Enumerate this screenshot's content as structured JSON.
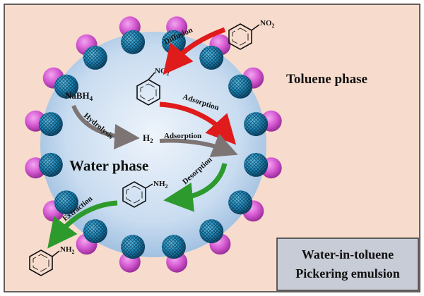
{
  "phases": {
    "outer": "Toluene phase",
    "inner": "Water phase"
  },
  "labels": {
    "diffusion": "Diffusion",
    "adsorption_top": "Adsorption",
    "adsorption_mid": "Adsorption",
    "hydrolysis": "Hydrolysis",
    "desorption": "Desorption",
    "extraction": "Extraction"
  },
  "chemicals": {
    "nitro_group_outside": "NO",
    "nitro_group_inside": "NO",
    "nitro_subscript": "2",
    "reductant_main": "NaBH",
    "reductant_subscript": "4",
    "hydrogen_main": "H",
    "hydrogen_subscript": "2",
    "amine_group_inside": "NH",
    "amine_group_outside": "NH",
    "amine_subscript": "2"
  },
  "title_box": {
    "line1": "Water-in-toluene",
    "line2": "Pickering emulsion"
  },
  "colors": {
    "background": "#f7dccd",
    "droplet_center": "#e9f1fb",
    "droplet_edge": "#9fbfe0",
    "sphere_pink": "#d65ad3",
    "sphere_blue": "#1f8fc0",
    "arrow_red": "#e01b1b",
    "arrow_gray": "#7d7474",
    "arrow_green": "#2d9a2d",
    "title_box_bg": "#c8ccd6"
  }
}
